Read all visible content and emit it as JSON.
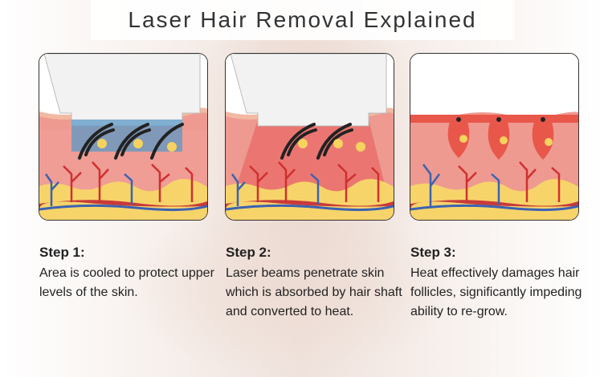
{
  "title": "Laser Hair Removal Explained",
  "steps": [
    {
      "label": "Step 1:",
      "text": "Area is cooled to protect upper levels of the skin."
    },
    {
      "label": "Step 2:",
      "text": "Laser beams penetrate skin which is absorbed by hair shaft and converted to heat."
    },
    {
      "label": "Step 3:",
      "text": "Heat effectively damages hair follicles, significantly impeding ability to re-grow."
    }
  ]
}
